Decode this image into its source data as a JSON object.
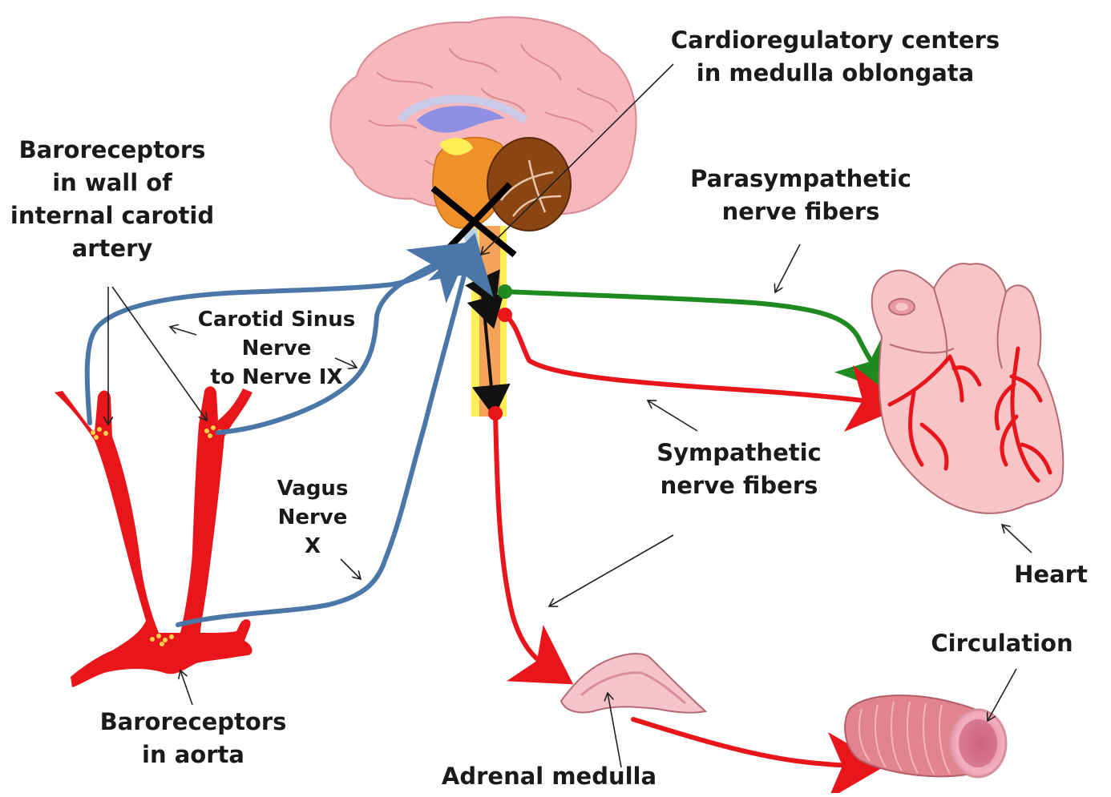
{
  "labels": {
    "cardio": [
      "Cardioregulatory centers",
      "in medulla oblongata"
    ],
    "baro_carotid": [
      "Baroreceptors",
      "in wall of",
      "internal carotid",
      "artery"
    ],
    "parasympathetic": [
      "Parasympathetic",
      "nerve fibers"
    ],
    "carotid_sinus": [
      "Carotid Sinus",
      "Nerve",
      "to Nerve IX"
    ],
    "vagus": [
      "Vagus",
      "Nerve",
      "X"
    ],
    "sympathetic": [
      "Sympathetic",
      "nerve fibers"
    ],
    "heart": "Heart",
    "circulation": "Circulation",
    "baro_aorta": [
      "Baroreceptors",
      "in aorta"
    ],
    "adrenal": "Adrenal medulla"
  },
  "colors": {
    "vessel_red": "#e8151b",
    "nerve_blue": "#4a77a8",
    "parasympathetic_green": "#1f8a1f",
    "brain_pink": "#f6b8bd",
    "cerebellum_brown": "#8b4513",
    "spinal_orange": "#f5a35a",
    "spinal_yellow": "#ffee55",
    "heart_pink": "#f7c4c8",
    "block_x": "#000000"
  }
}
